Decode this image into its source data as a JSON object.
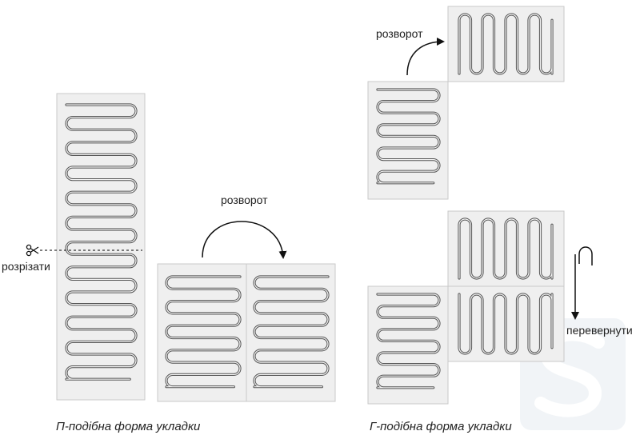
{
  "labels": {
    "turn_left": "розворот",
    "cut": "розрізати",
    "turn_right": "розворот",
    "flip": "перевернути"
  },
  "captions": {
    "u_shape": "П-подібна форма укладки",
    "l_shape": "Г-подібна форма укладки"
  },
  "icons": {
    "scissors": "scissors-icon",
    "watermark": "watermark-logo"
  },
  "colors": {
    "mat_fill": "#efefef",
    "mat_border": "#c9c9c9",
    "cable": "#555555",
    "text": "#222222"
  }
}
